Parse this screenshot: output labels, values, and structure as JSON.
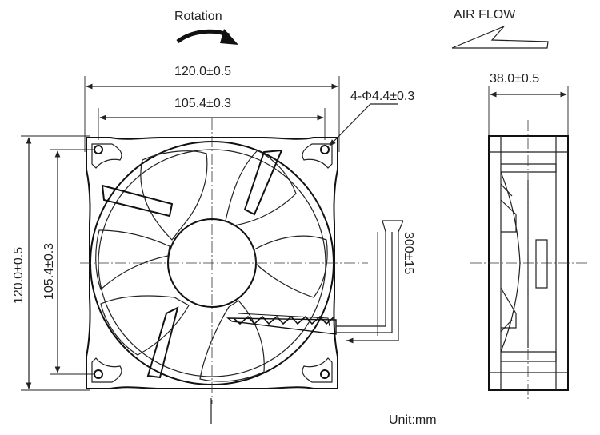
{
  "labels": {
    "rotation": "Rotation",
    "air_flow": "AIR FLOW",
    "overall_width": "120.0±0.5",
    "hole_spacing": "105.4±0.3",
    "mounting_holes": "4-Φ4.4±0.3",
    "depth": "38.0±0.5",
    "overall_height": "120.0±0.5",
    "hole_spacing_vertical": "105.4±0.3",
    "lead_length": "300±15",
    "unit": "Unit:mm"
  }
}
